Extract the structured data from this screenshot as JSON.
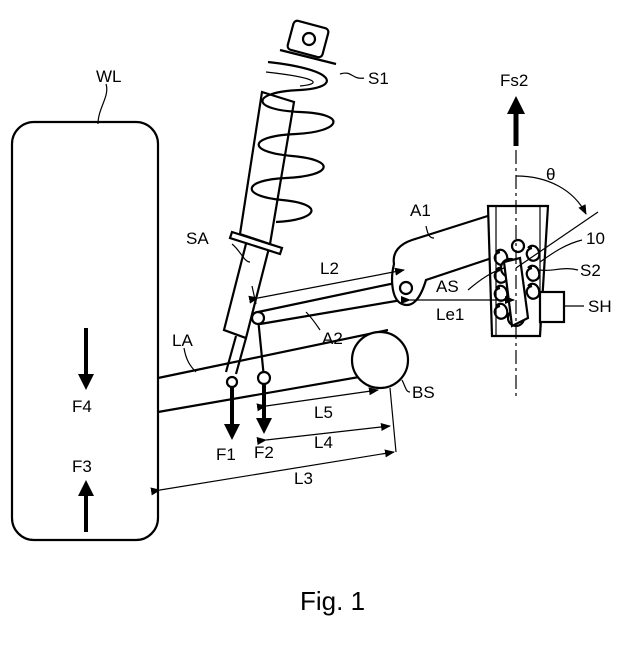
{
  "labels": {
    "WL": "WL",
    "S1": "S1",
    "Fs2": "Fs2",
    "theta": "θ",
    "A1": "A1",
    "num10": "10",
    "SA": "SA",
    "L2": "L2",
    "AS": "AS",
    "S2": "S2",
    "SH": "SH",
    "Le1": "Le1",
    "A2": "A2",
    "LA": "LA",
    "BS": "BS",
    "F4": "F4",
    "L5": "L5",
    "L4": "L4",
    "F1": "F1",
    "F2": "F2",
    "F3": "F3",
    "L3": "L3"
  },
  "caption": "Fig. 1"
}
